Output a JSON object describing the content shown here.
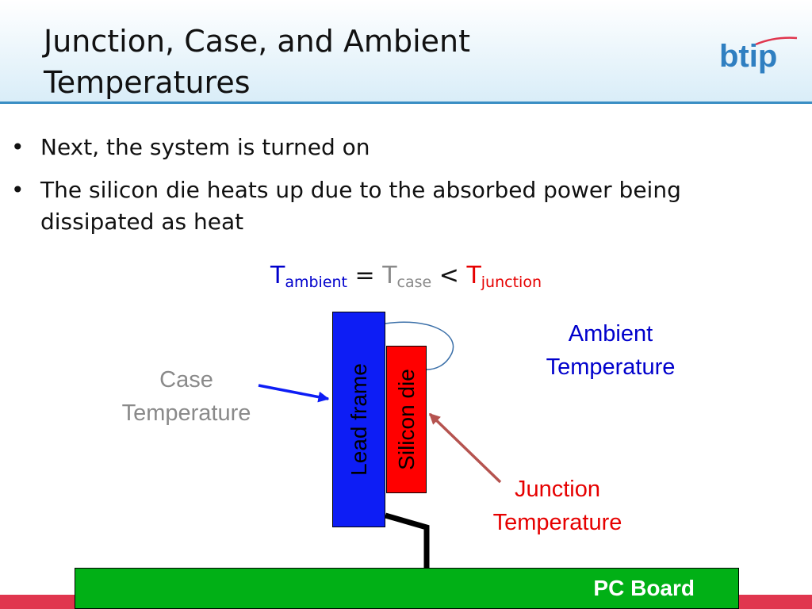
{
  "slide": {
    "title": "Junction, Case, and Ambient Temperatures",
    "logo_text": "btip",
    "bullets": [
      "Next, the system is turned on",
      "The silicon die heats up due to the absorbed power being dissipated as heat"
    ],
    "bullet_glyph": "•"
  },
  "equation": {
    "t_ambient": "T",
    "sub_ambient": "ambient",
    "equals": " = ",
    "t_case": "T",
    "sub_case": "case",
    "less_than": " < ",
    "t_junction": "T",
    "sub_junction": "junction"
  },
  "diagram": {
    "lead_frame": "Lead frame",
    "silicon_die": "Silicon die",
    "ambient_label": "Ambient Temperature",
    "case_label": "Case Temperature",
    "junction_label": "Junction Temperature",
    "pc_board": "PC Board"
  },
  "colors": {
    "ambient": "#0000cc",
    "case": "#8a8a8a",
    "junction": "#e60000",
    "lead_frame": "#0d1df5",
    "silicon_die": "#ff0000",
    "pc_board": "#01b016",
    "accent_stripe": "#e0364e",
    "logo": "#2f7fc1"
  }
}
